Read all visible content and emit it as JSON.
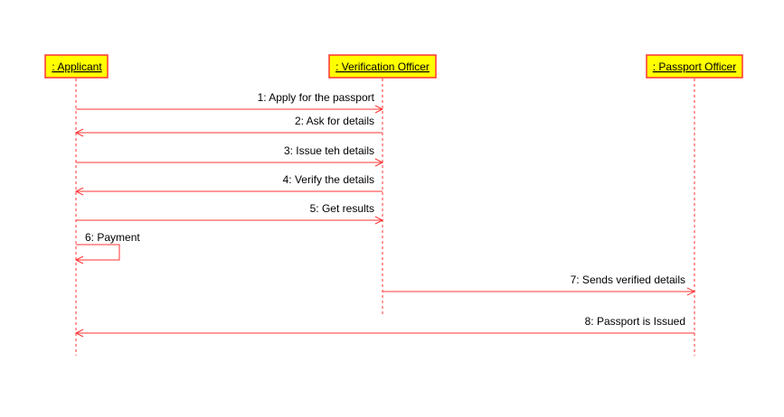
{
  "diagram": {
    "type": "sequence",
    "colors": {
      "participant_fill": "#ffff00",
      "line": "#ff3333",
      "text": "#000000"
    },
    "participants": [
      {
        "id": "applicant",
        "label": ": Applicant"
      },
      {
        "id": "officer",
        "label": ": Verification Officer"
      },
      {
        "id": "passport",
        "label": ": Passport Officer"
      }
    ],
    "messages": [
      {
        "label": "1: Apply for the passport",
        "from": "applicant",
        "to": "officer"
      },
      {
        "label": "2: Ask for details",
        "from": "officer",
        "to": "applicant"
      },
      {
        "label": "3: Issue teh details",
        "from": "applicant",
        "to": "officer"
      },
      {
        "label": "4: Verify the details",
        "from": "officer",
        "to": "applicant"
      },
      {
        "label": "5: Get results",
        "from": "applicant",
        "to": "officer"
      },
      {
        "label": "6: Payment",
        "from": "applicant",
        "to": "applicant"
      },
      {
        "label": "7: Sends verified details",
        "from": "officer",
        "to": "passport"
      },
      {
        "label": "8: Passport is Issued",
        "from": "passport",
        "to": "applicant"
      }
    ]
  }
}
